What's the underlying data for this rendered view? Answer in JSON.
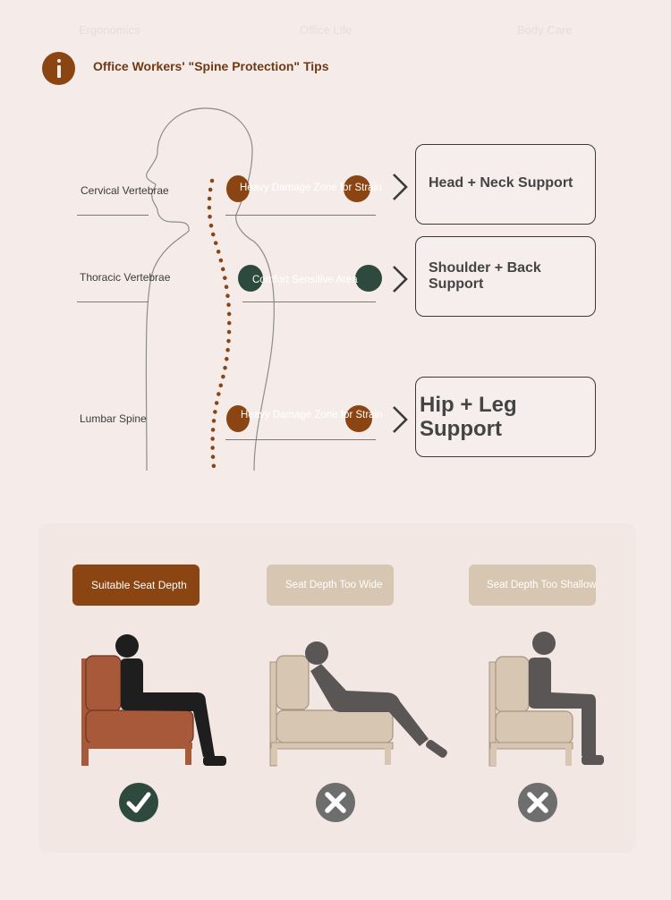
{
  "header": {
    "title": "Office Workers' \"Spine Protection\" Tips",
    "faint_tabs": [
      "Ergonomics",
      "Office Life",
      "Body Care"
    ]
  },
  "spine": {
    "labels": [
      "Cervical Vertebrae",
      "Thoracic Vertebrae",
      "Lumbar Spine"
    ],
    "zones": [
      {
        "text": "Heavy Damage Zone for Strain",
        "color": "#8b4513"
      },
      {
        "text": "Comfort Sensitive Area",
        "color": "#2e4a3e"
      },
      {
        "text": "Heavy Damage Zone for Strain",
        "color": "#8b4513"
      }
    ],
    "supports": [
      "Head + Neck Support",
      "Shoulder + Back Support",
      "Hip + Leg Support"
    ]
  },
  "seat_depth": {
    "options": [
      {
        "label": "Suitable Seat Depth",
        "status": "correct",
        "active": true
      },
      {
        "label": "Seat Depth Too Wide",
        "status": "wrong",
        "active": false
      },
      {
        "label": "Seat Depth Too Shallow",
        "status": "wrong",
        "active": false
      }
    ]
  },
  "colors": {
    "brown": "#8b4513",
    "green": "#2e4a3e",
    "gray_icon": "#6e6e6e",
    "beige": "#d7c7b2"
  },
  "icons": {
    "info": "info-icon",
    "arrow": "chevron-right-icon",
    "check": "check-circle-icon",
    "cross": "x-circle-icon"
  }
}
